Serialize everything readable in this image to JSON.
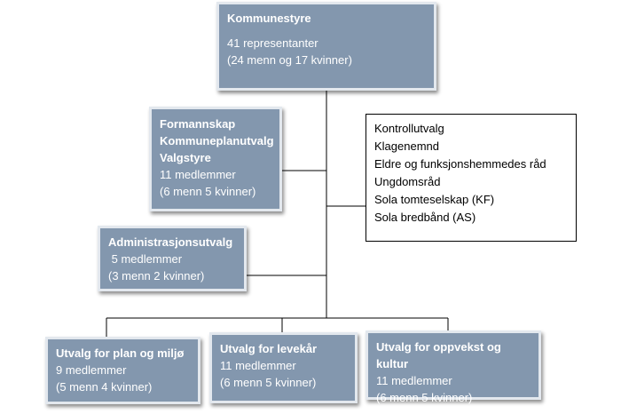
{
  "council": {
    "title": "Kommunestyre",
    "members": "41 representanter",
    "gender": "(24 menn og 17 kvinner)"
  },
  "formannskap": {
    "titles": [
      "Formannskap",
      "Kommuneplanutvalg",
      "Valgstyre"
    ],
    "members": "11 medlemmer",
    "gender": "(6 menn 5 kvinner)"
  },
  "admin": {
    "title": "Administrasjonsutvalg",
    "members": " 5 medlemmer",
    "gender": "(3 menn 2 kvinner)"
  },
  "committees": {
    "items": [
      "Kontrollutvalg",
      "Klagenemnd",
      "Eldre og funksjonshemmedes råd",
      "Ungdomsråd",
      "Sola tomteselskap (KF)",
      "Sola bredbånd (AS)"
    ]
  },
  "plan": {
    "title": "Utvalg for plan og miljø",
    "members": "9 medlemmer",
    "gender": "(5 menn 4 kvinner)"
  },
  "levekar": {
    "title": "Utvalg for levekår",
    "members": "11 medlemmer",
    "gender": "(6 menn 5 kvinner)"
  },
  "oppvekst": {
    "title": "Utvalg for oppvekst og kultur",
    "members": "11 medlemmer",
    "gender": "(6 menn 5 kvinner)"
  }
}
